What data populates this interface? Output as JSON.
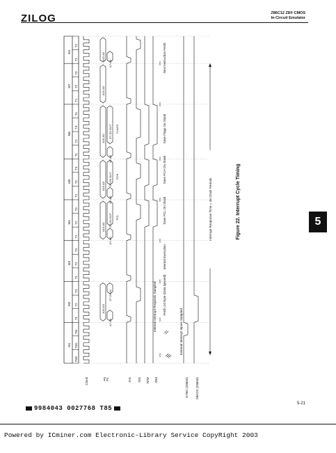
{
  "header": {
    "logo": "ZILOG",
    "title_line1": "Z86C12 Z8® CMOS",
    "title_line2": "In-Circuit Emulator"
  },
  "section_tab": "5",
  "figure": {
    "caption": "Figure 22.  Interrupt Cycle Timing",
    "signals": [
      "Clock",
      "P0",
      "P1",
      "/AS",
      "/DS",
      "R/W",
      "/DM",
      "SYNC (Z8604)",
      "/MACK (Z8604)"
    ],
    "machine_cycles": [
      "M1",
      "M2",
      "M3",
      "M4",
      "M5",
      "M6",
      "M7",
      "M1"
    ],
    "tstates": [
      "TM2",
      "TM1",
      "TM",
      "T1",
      "T2",
      "T3",
      "T1",
      "T2",
      "T3",
      "T1",
      "T2",
      "T3",
      "T1",
      "T2",
      "T3",
      "T1",
      "T2",
      "T3",
      "T4",
      "T1",
      "T2",
      "T3",
      "T1",
      "T2"
    ],
    "bus_labels": {
      "a7a0": "A7-A0",
      "a15a0": "A15-A0",
      "d7d0_in": "D7-D0 IN",
      "d7d0_out": "D7-D0 OUT",
      "pcl": "PCL",
      "pch": "PCH",
      "flags": "FLAGS"
    },
    "annotations": [
      "External Interrupt Inputs Sampled",
      "Internal Interrupt Requests Sampled",
      "Fetch 1st Byte (Data Ignored)",
      "Internal Execution",
      "Save PCL On Stack",
      "Save PCH On Stack",
      "Save Flags On Stack",
      "Next Instruction Fetch"
    ],
    "response_label": "Interrupt Response Time = 48 Clock Periods"
  },
  "page_number": "5-21",
  "barcode_text": "9984043 0027768 T85",
  "footer": "Powered by ICminer.com Electronic-Library Service CopyRight 2003"
}
